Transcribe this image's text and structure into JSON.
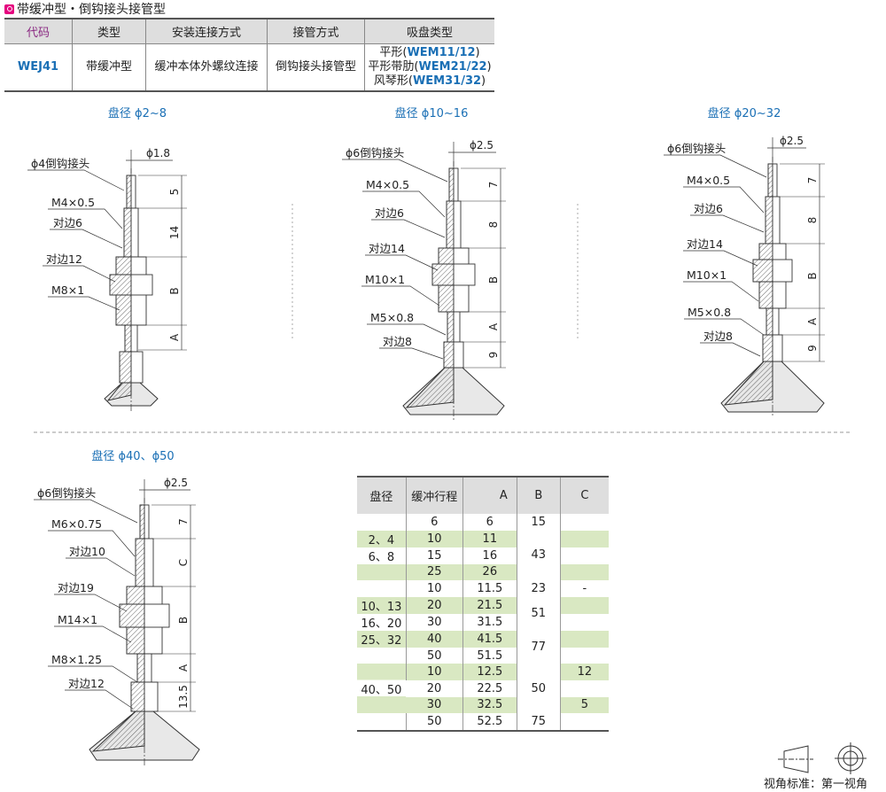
{
  "section_title": "带缓冲型・倒钩接头接管型",
  "spec_table": {
    "headers": [
      "代码",
      "类型",
      "安装连接方式",
      "接管方式",
      "吸盘类型"
    ],
    "row": {
      "code": "WEJ41",
      "type": "带缓冲型",
      "mount": "缓冲本体外螺纹连接",
      "pipe": "倒钩接头接管型",
      "cups": [
        {
          "name": "平形(",
          "model": "WEM11/12",
          "end": ")"
        },
        {
          "name": "平形带肋(",
          "model": "WEM21/22",
          "end": ")"
        },
        {
          "name": "风琴形(",
          "model": "WEM31/32",
          "end": ")"
        }
      ]
    }
  },
  "drawings": [
    {
      "title": "盘径 ϕ2~8",
      "top_dim": "ϕ1.8",
      "labels": [
        "ϕ4倒钩接头",
        "M4×0.5",
        "对边6",
        "对边12",
        "M8×1"
      ],
      "dims": [
        "5",
        "14",
        "B",
        "A"
      ]
    },
    {
      "title": "盘径 ϕ10~16",
      "top_dim": "ϕ2.5",
      "labels": [
        "ϕ6倒钩接头",
        "M4×0.5",
        "对边6",
        "对边14",
        "M10×1",
        "M5×0.8",
        "对边8"
      ],
      "dims": [
        "7",
        "8",
        "B",
        "A",
        "9"
      ]
    },
    {
      "title": "盘径 ϕ20~32",
      "top_dim": "ϕ2.5",
      "labels": [
        "ϕ6倒钩接头",
        "M4×0.5",
        "对边6",
        "对边14",
        "M10×1",
        "M5×0.8",
        "对边8"
      ],
      "dims": [
        "7",
        "8",
        "B",
        "A",
        "9"
      ]
    },
    {
      "title": "盘径 ϕ40、ϕ50",
      "top_dim": "ϕ2.5",
      "labels": [
        "ϕ6倒钩接头",
        "M6×0.75",
        "对边10",
        "对边19",
        "M14×1",
        "M8×1.25",
        "对边12"
      ],
      "dims": [
        "7",
        "C",
        "B",
        "A",
        "13.5"
      ]
    }
  ],
  "dim_table": {
    "headers": [
      "盘径",
      "缓冲行程",
      "A",
      "B",
      "C"
    ],
    "groups": [
      "2、4",
      "6、8",
      "10、13",
      "16、20",
      "25、32",
      "40、50"
    ],
    "stroke": [
      "6",
      "10",
      "15",
      "25",
      "10",
      "20",
      "30",
      "40",
      "50",
      "10",
      "20",
      "30",
      "50"
    ],
    "A": [
      "6",
      "11",
      "16",
      "26",
      "11.5",
      "21.5",
      "31.5",
      "41.5",
      "51.5",
      "12.5",
      "22.5",
      "32.5",
      "52.5"
    ],
    "B": [
      "15",
      "43",
      "23",
      "51",
      "77",
      "50",
      "75"
    ],
    "C": [
      "-",
      "12",
      "5"
    ]
  },
  "view_standard": "视角标准：第一视角",
  "colors": {
    "accent": "#1a6fb5",
    "row_stripe": "#d9e8c2",
    "marker": "#e5007f"
  }
}
